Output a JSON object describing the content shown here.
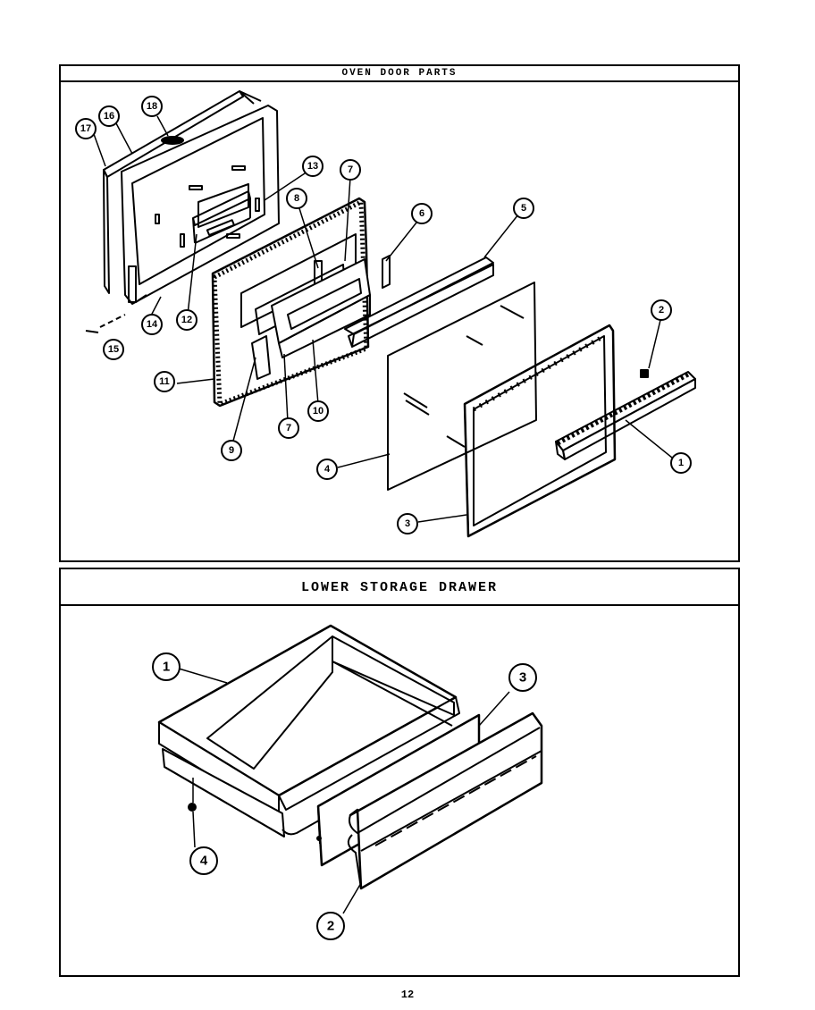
{
  "panels": {
    "oven_door": {
      "title": "OVEN DOOR PARTS"
    },
    "drawer": {
      "title": "LOWER STORAGE DRAWER"
    }
  },
  "oven_door_callouts": [
    "17",
    "16",
    "18",
    "13",
    "7",
    "8",
    "6",
    "5",
    "2",
    "15",
    "14",
    "12",
    "11",
    "9",
    "7",
    "10",
    "4",
    "3",
    "1"
  ],
  "drawer_callouts": [
    "1",
    "3",
    "4",
    "2"
  ],
  "page_number": "12"
}
